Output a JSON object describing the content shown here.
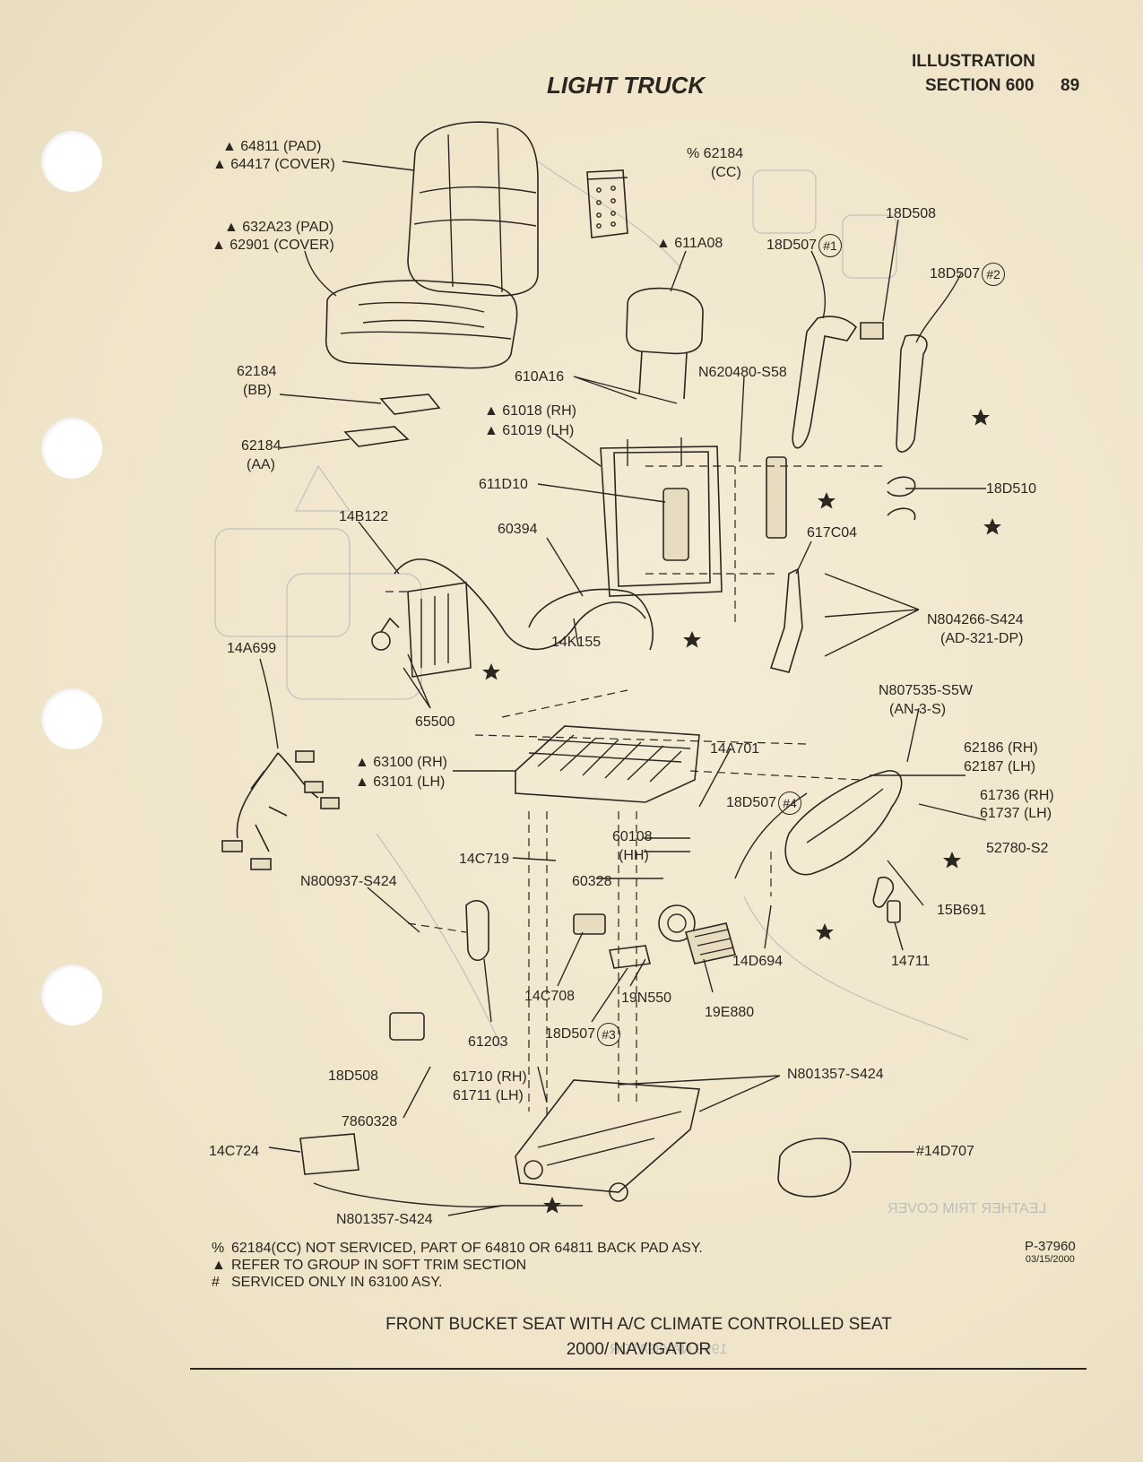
{
  "header": {
    "title": "LIGHT TRUCK",
    "illustration": "ILLUSTRATION",
    "section": "SECTION 600",
    "page_number": "89"
  },
  "labels": {
    "l01": "▲ 64811 (PAD)",
    "l02": "▲ 64417 (COVER)",
    "l03": "% 62184",
    "l04": "(CC)",
    "l05": "▲ 632A23 (PAD)",
    "l06": "▲ 62901 (COVER)",
    "l07": "18D508",
    "l08": "▲ 611A08",
    "l09": "18D507",
    "l10": "18D507",
    "l11": "62184",
    "l12": "(BB)",
    "l13": "610A16",
    "l14": "N620480-S58",
    "l15": "▲ 61018 (RH)",
    "l16": "▲ 61019 (LH)",
    "l17": "62184",
    "l18": "(AA)",
    "l19": "611D10",
    "l20": "18D510",
    "l21": "14B122",
    "l22": "60394",
    "l23": "617C04",
    "l24": "N804266-S424",
    "l25": "(AD-321-DP)",
    "l26": "14A699",
    "l27": "14K155",
    "l28": "65500",
    "l29": "N807535-S5W",
    "l30": "(AN-3-S)",
    "l31": "▲ 63100 (RH)",
    "l32": "▲ 63101 (LH)",
    "l33": "14A701",
    "l34": "62186 (RH)",
    "l35": "62187 (LH)",
    "l36": "18D507",
    "l37": "61736 (RH)",
    "l38": "61737 (LH)",
    "l39": "60108",
    "l40": "(HH)",
    "l41": "52780-S2",
    "l42": "14C719",
    "l43": "N800937-S424",
    "l44": "60328",
    "l45": "15B691",
    "l46": "14D694",
    "l47": "14711",
    "l48": "14C708",
    "l49": "19N550",
    "l50": "19E880",
    "l51": "18D507",
    "l52": "61203",
    "l53": "18D508",
    "l54": "61710 (RH)",
    "l55": "61711 (LH)",
    "l56": "N801357-S424",
    "l57": "7860328",
    "l58": "14C724",
    "l59": "#14D707",
    "l60": "N801357-S424"
  },
  "callouts": {
    "c1": "#1",
    "c2": "#2",
    "c3": "#3",
    "c4": "#4"
  },
  "notes": [
    {
      "symbol": "%",
      "text": "62184(CC) NOT SERVICED, PART OF 64810 OR 64811 BACK PAD ASY."
    },
    {
      "symbol": "▲",
      "text": "REFER TO GROUP IN SOFT TRIM SECTION"
    },
    {
      "symbol": "#",
      "text": "SERVICED ONLY IN 63100 ASY."
    }
  ],
  "reference": {
    "number": "P-37960",
    "date": "03/15/2000"
  },
  "caption": {
    "line1": "FRONT BUCKET SEAT WITH A/C CLIMATE CONTROLLED SEAT",
    "line2": "2000/ NAVIGATOR"
  },
  "colors": {
    "paper": "#f1e7cf",
    "ink": "#2b2620",
    "bleed_through": "#9aa6b0"
  }
}
